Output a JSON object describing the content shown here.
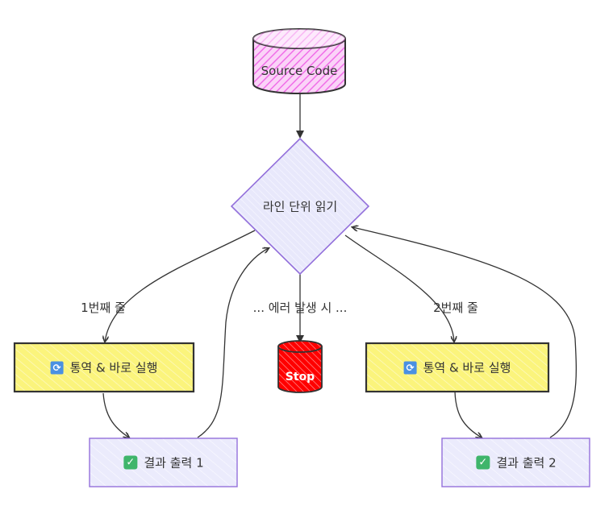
{
  "diagram": {
    "nodes": {
      "source": {
        "label": "Source Code",
        "shape": "cylinder",
        "fill": "#f48ff0",
        "stroke": "#333333"
      },
      "decision": {
        "label": "라인 단위 읽기",
        "shape": "diamond",
        "fill": "#e6e6fb",
        "stroke": "#9370db"
      },
      "exec1": {
        "icon": "sync-icon",
        "icon_glyph": "⟳",
        "label": "통역 & 바로 실행",
        "shape": "rect",
        "fill": "#fbf58a",
        "stroke": "#333333"
      },
      "exec2": {
        "icon": "sync-icon",
        "icon_glyph": "⟳",
        "label": "통역 & 바로 실행",
        "shape": "rect",
        "fill": "#fbf58a",
        "stroke": "#333333"
      },
      "stop": {
        "label": "Stop",
        "shape": "cylinder",
        "fill": "#ff0000",
        "stroke": "#333333"
      },
      "out1": {
        "icon": "check-icon",
        "icon_glyph": "✓",
        "label": "결과 출력 1",
        "shape": "rect",
        "fill": "#ececfd",
        "stroke": "#9370db"
      },
      "out2": {
        "icon": "check-icon",
        "icon_glyph": "✓",
        "label": "결과 출력 2",
        "shape": "rect",
        "fill": "#ececfd",
        "stroke": "#9370db"
      }
    },
    "edges": [
      {
        "from": "source",
        "to": "decision",
        "label": ""
      },
      {
        "from": "decision",
        "to": "exec1",
        "label": "1번째 줄"
      },
      {
        "from": "exec1",
        "to": "out1",
        "label": ""
      },
      {
        "from": "out1",
        "to": "decision",
        "label": ""
      },
      {
        "from": "decision",
        "to": "stop",
        "label": "... 에러 발생 시 ..."
      },
      {
        "from": "decision",
        "to": "exec2",
        "label": "2번째 줄"
      },
      {
        "from": "exec2",
        "to": "out2",
        "label": ""
      },
      {
        "from": "out2",
        "to": "decision",
        "label": ""
      }
    ]
  }
}
